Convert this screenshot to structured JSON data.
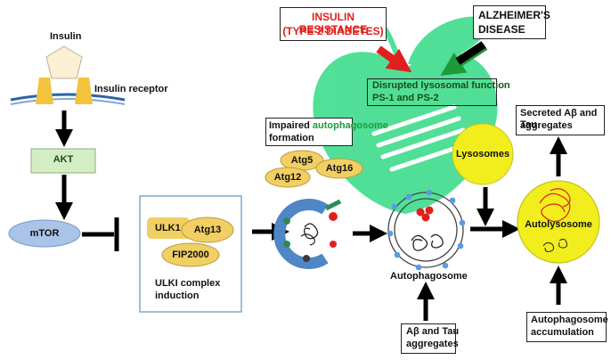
{
  "insulin": "Insulin",
  "insulin_receptor": "Insulin receptor",
  "akt": "AKT",
  "mtor": "mTOR",
  "ulk_complex": {
    "ulk1": "ULK1",
    "atg13": "Atg13",
    "fip": "FIP2000",
    "caption_line1": "ULKI complex",
    "caption_line2": "induction"
  },
  "impaired": {
    "line1_prefix": "Impaired ",
    "line1_highlight": "autophagosome",
    "line2": "formation"
  },
  "atg5": "Atg5",
  "atg16": "Atg16",
  "atg12": "Atg12",
  "autophagosome": "Autophagosome",
  "abeta_bottom": {
    "line1": "Aβ and Tau",
    "line2": "aggregates"
  },
  "lysosomes": "Lysosomes",
  "autolysosome": "Autolysosome",
  "secreted": {
    "line1": "Secreted Aβ and Tau",
    "line2": "aggregates"
  },
  "accumulation": {
    "line1": "Autophagosome",
    "line2": "accumulation"
  },
  "insulin_resistance": {
    "line1": "INSULIN RESISTANCE",
    "line2": "(TYPE 2 DIABETES)"
  },
  "alzheimers": {
    "line1": "ALZHEIMER'S",
    "line2": "DISEASE"
  },
  "lysosomal": {
    "line1": "Disrupted lysosomal function",
    "line2": "PS-1 and PS-2"
  },
  "colors": {
    "watermark": "#3fdc8c",
    "akt_fill": "#d4edc4",
    "mtor_fill": "#a9c4e8",
    "ulk_fill": "#f2cf63",
    "lysosome_fill": "#f2ee1e",
    "red_label": "#e0201c",
    "green_arrow": "#1f9a3a"
  }
}
